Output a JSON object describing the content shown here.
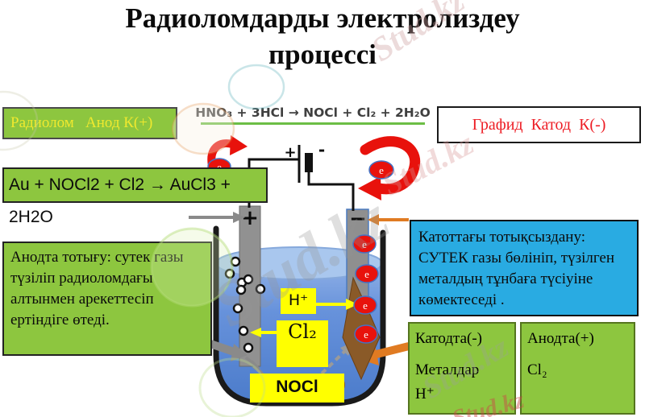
{
  "title": {
    "line1": "Радиоломдарды электролиздеу",
    "line2": "процессі"
  },
  "watermark": {
    "text": "Stud.kz"
  },
  "boxes": {
    "radiolom": {
      "label": "Радиолом   Анод К(+)"
    },
    "formula": {
      "text": "HNO₃ + 3HCl → NOCl + Cl₂ + 2H₂O"
    },
    "grafid": {
      "label": "Графид  Катод  К(-)"
    },
    "au_equation": {
      "text": "Au + NOCl2 + Cl2 → AuCl3 + 2H2O"
    },
    "anode_note": {
      "text": "Анодта тотығу: сутек газы түзіліп радиоломдағы алтынмен арекеттесіп ертіндіге өтеді."
    },
    "cathode_note": {
      "text": "Катоттағы тотықсыздану: СУТЕК газы бөлініп, түзілген металдың тұнбаға түсіуіне көмектеседі ."
    },
    "cathode_products": {
      "lines": [
        "Катодта(-)",
        "Металдар",
        "H⁺"
      ]
    },
    "anode_products": {
      "lines": [
        "Анодта(+)",
        "Cl₂"
      ]
    }
  },
  "diagram": {
    "battery_plus": "+",
    "battery_minus": "-",
    "anode_sign": "+",
    "cathode_sign": "−",
    "electron": "e",
    "labels": {
      "h_plus": "H⁺",
      "cl2": "Cl₂",
      "nocl": "NOCl"
    }
  },
  "colors": {
    "green_box": "#8DC63F",
    "cyan_box": "#29ABE2",
    "yellow_label": "#FFFF00",
    "yellow_text": "#F0E92E",
    "red_text": "#ED1C24",
    "red_arrow": "#E8120C",
    "orange_arrow": "#E07B22",
    "brown_arrow": "#8A5A28",
    "liquid_blue": "#5C87D3",
    "electrode_gray": "#919191",
    "underline_green": "#6CBE45"
  }
}
